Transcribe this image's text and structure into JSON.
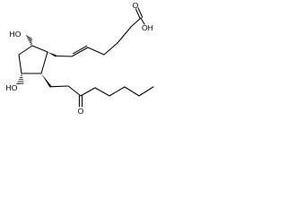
{
  "labels": {
    "carboxyl": "OH",
    "hydroxyl_top": "HO",
    "hydroxyl_bottom": "HO",
    "ketone_oxygen": "O",
    "carboxyl_oxygen": "O"
  }
}
